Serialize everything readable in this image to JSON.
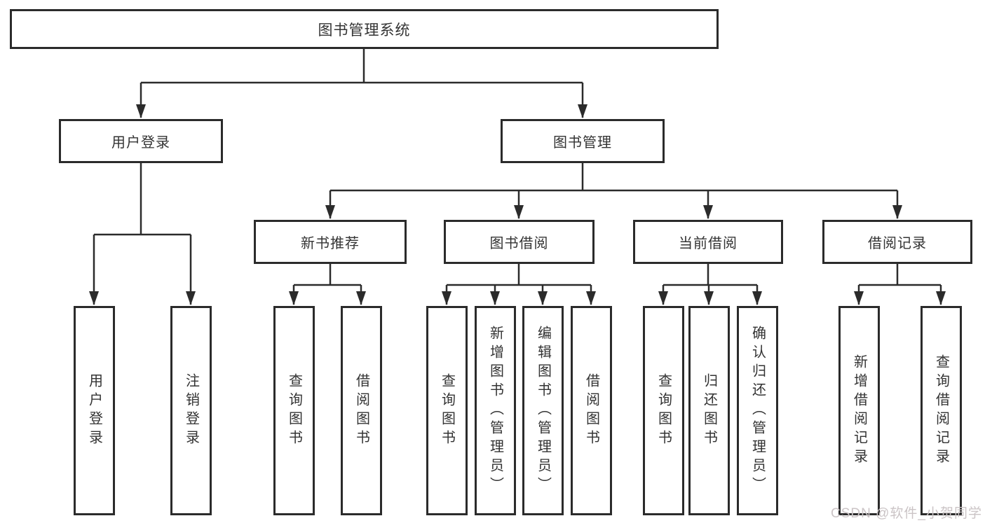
{
  "nodes": {
    "root": "图书管理系统",
    "login": "用户登录",
    "manage": "图书管理",
    "recommend": "新书推荐",
    "borrow": "图书借阅",
    "current": "当前借阅",
    "record": "借阅记录"
  },
  "leaves": [
    {
      "parent": "login",
      "label": "用户登录"
    },
    {
      "parent": "login",
      "label": "注销登录"
    },
    {
      "parent": "recommend",
      "label": "查询图书"
    },
    {
      "parent": "recommend",
      "label": "借阅图书"
    },
    {
      "parent": "borrow",
      "label": "查询图书"
    },
    {
      "parent": "borrow",
      "label": "新增图书（管理员）"
    },
    {
      "parent": "borrow",
      "label": "编辑图书（管理员）"
    },
    {
      "parent": "borrow",
      "label": "借阅图书"
    },
    {
      "parent": "current",
      "label": "查询图书"
    },
    {
      "parent": "current",
      "label": "归还图书"
    },
    {
      "parent": "current",
      "label": "确认归还（管理员）"
    },
    {
      "parent": "record",
      "label": "新增借阅记录"
    },
    {
      "parent": "record",
      "label": "查询借阅记录"
    }
  ],
  "watermark": "CSDN @软件_小贺同学",
  "colors": {
    "line": "#2b2b2b",
    "text": "#333333",
    "background": "#ffffff",
    "watermark": "#cbc4c6"
  }
}
